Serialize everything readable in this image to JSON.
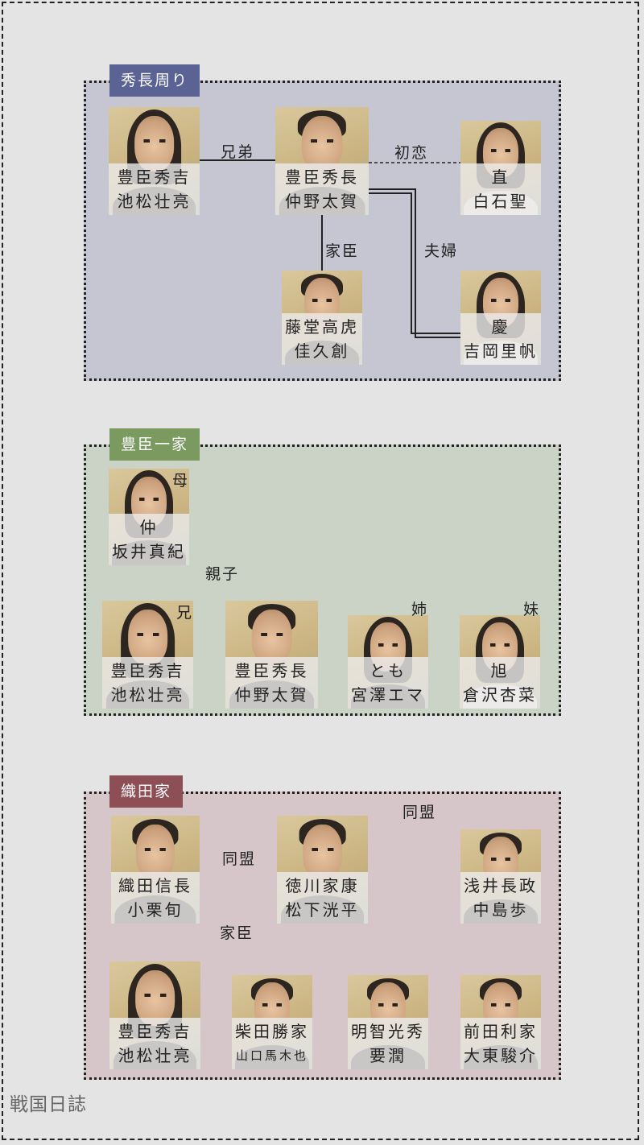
{
  "footer": "戦国日誌",
  "colors": {
    "hidenaga_bg": "#c5c6d2",
    "hidenaga_tag": "#5b6294",
    "toyotomi_bg": "#cbd3c6",
    "toyotomi_tag": "#7a9a60",
    "oda_bg": "#d6c6ca",
    "oda_tag": "#8e4e55"
  },
  "sections": {
    "hidenaga": {
      "title": "秀長周り",
      "labels": {
        "brothers": "兄弟",
        "first_love": "初恋",
        "retainer": "家臣",
        "married": "夫婦"
      },
      "cards": {
        "hideyoshi": {
          "role": "豊臣秀吉",
          "actor": "池松壮亮"
        },
        "hidenaga": {
          "role": "豊臣秀長",
          "actor": "仲野太賀"
        },
        "nao": {
          "role": "直",
          "actor": "白石聖"
        },
        "takatora": {
          "role": "藤堂高虎",
          "actor": "佳久創"
        },
        "kei": {
          "role": "慶",
          "actor": "吉岡里帆"
        }
      }
    },
    "toyotomi": {
      "title": "豊臣一家",
      "labels": {
        "parent_child": "親子"
      },
      "cards": {
        "naka": {
          "role": "仲",
          "actor": "坂井真紀",
          "relation": "母"
        },
        "hideyoshi": {
          "role": "豊臣秀吉",
          "actor": "池松壮亮",
          "relation": "兄"
        },
        "hidenaga": {
          "role": "豊臣秀長",
          "actor": "仲野太賀",
          "relation": ""
        },
        "tomo": {
          "role": "とも",
          "actor": "宮澤エマ",
          "relation": "姉"
        },
        "asahi": {
          "role": "旭",
          "actor": "倉沢杏菜",
          "relation": "妹"
        }
      }
    },
    "oda": {
      "title": "織田家",
      "labels": {
        "alliance1": "同盟",
        "alliance2": "同盟",
        "retainer": "家臣"
      },
      "cards": {
        "nobunaga": {
          "role": "織田信長",
          "actor": "小栗旬"
        },
        "ieyasu": {
          "role": "徳川家康",
          "actor": "松下洸平"
        },
        "nagamasa": {
          "role": "浅井長政",
          "actor": "中島歩"
        },
        "hideyoshi": {
          "role": "豊臣秀吉",
          "actor": "池松壮亮"
        },
        "katsuie": {
          "role": "柴田勝家",
          "actor": "山口馬木也"
        },
        "mitsuhide": {
          "role": "明智光秀",
          "actor": "要潤"
        },
        "toshiie": {
          "role": "前田利家",
          "actor": "大東駿介"
        }
      }
    }
  }
}
